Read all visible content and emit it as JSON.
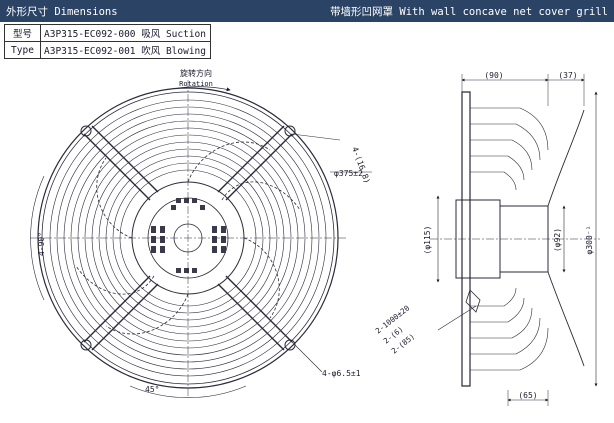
{
  "header": {
    "left_title": "外形尺寸 Dimensions",
    "right_title": "带墙形凹网罩 With wall concave net cover grill"
  },
  "model_table": {
    "rows": [
      {
        "key": "型号",
        "value": "A3P315-EC092-000 吸风 Suction"
      },
      {
        "key": "Type",
        "value": "A3P315-EC092-001 吹风 Blowing"
      }
    ]
  },
  "front_view": {
    "rotation_cn": "旋转方向",
    "rotation_en": "Rotation",
    "dim_slots": "4-(16.8)",
    "dim_diameter": "φ375±2",
    "dim_angle": "4-90°",
    "dim_angle_bottom": "45°",
    "dim_holes": "4-φ6.5±1"
  },
  "side_view": {
    "dim_90": "(90)",
    "dim_37": "(37)",
    "dim_115": "(φ115)",
    "dim_92": "(φ92)",
    "dim_300": "φ300⁻¹",
    "dim_65": "(65)",
    "cable_1": "2-1000±20",
    "cable_2": "2-(6)",
    "cable_3": "2-(85)"
  }
}
